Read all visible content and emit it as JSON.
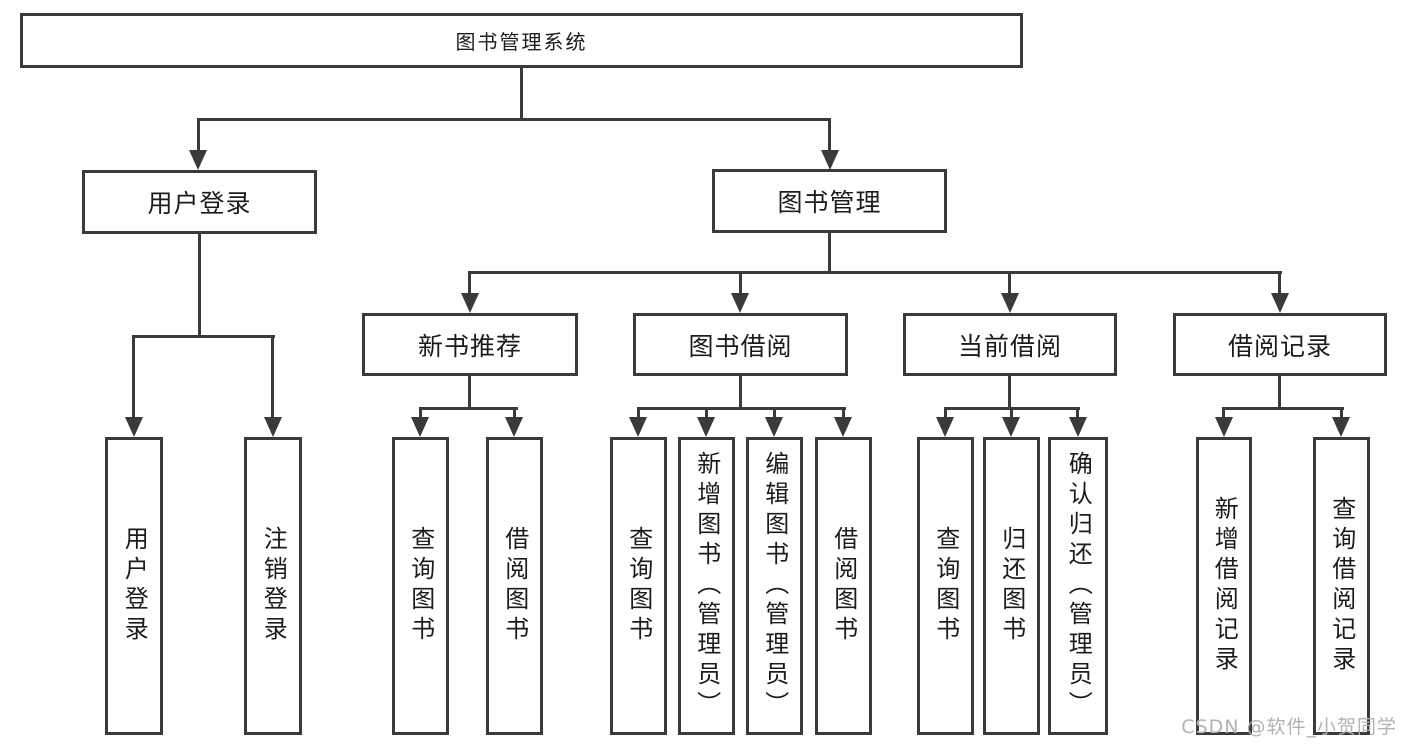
{
  "diagram": {
    "tree": {
      "title": "图书管理系统",
      "children": [
        {
          "label": "用户登录",
          "children": [
            {
              "label": "用户登录"
            },
            {
              "label": "注销登录"
            }
          ]
        },
        {
          "label": "图书管理",
          "children": [
            {
              "label": "新书推荐",
              "children": [
                {
                  "label": "查询图书"
                },
                {
                  "label": "借阅图书"
                }
              ]
            },
            {
              "label": "图书借阅",
              "children": [
                {
                  "label": "查询图书"
                },
                {
                  "label": "新增图书（管理员）"
                },
                {
                  "label": "编辑图书（管理员）"
                },
                {
                  "label": "借阅图书"
                }
              ]
            },
            {
              "label": "当前借阅",
              "children": [
                {
                  "label": "查询图书"
                },
                {
                  "label": "归还图书"
                },
                {
                  "label": "确认归还（管理员）"
                }
              ]
            },
            {
              "label": "借阅记录",
              "children": [
                {
                  "label": "新增借阅记录"
                },
                {
                  "label": "查询借阅记录"
                }
              ]
            }
          ]
        }
      ]
    }
  },
  "watermark": {
    "text": "CSDN @软件_小贺同学"
  },
  "colors": {
    "line": "#3a3a3a",
    "text": "#1c1c1c",
    "watermark": "#b3b3b3",
    "background": "#ffffff"
  }
}
